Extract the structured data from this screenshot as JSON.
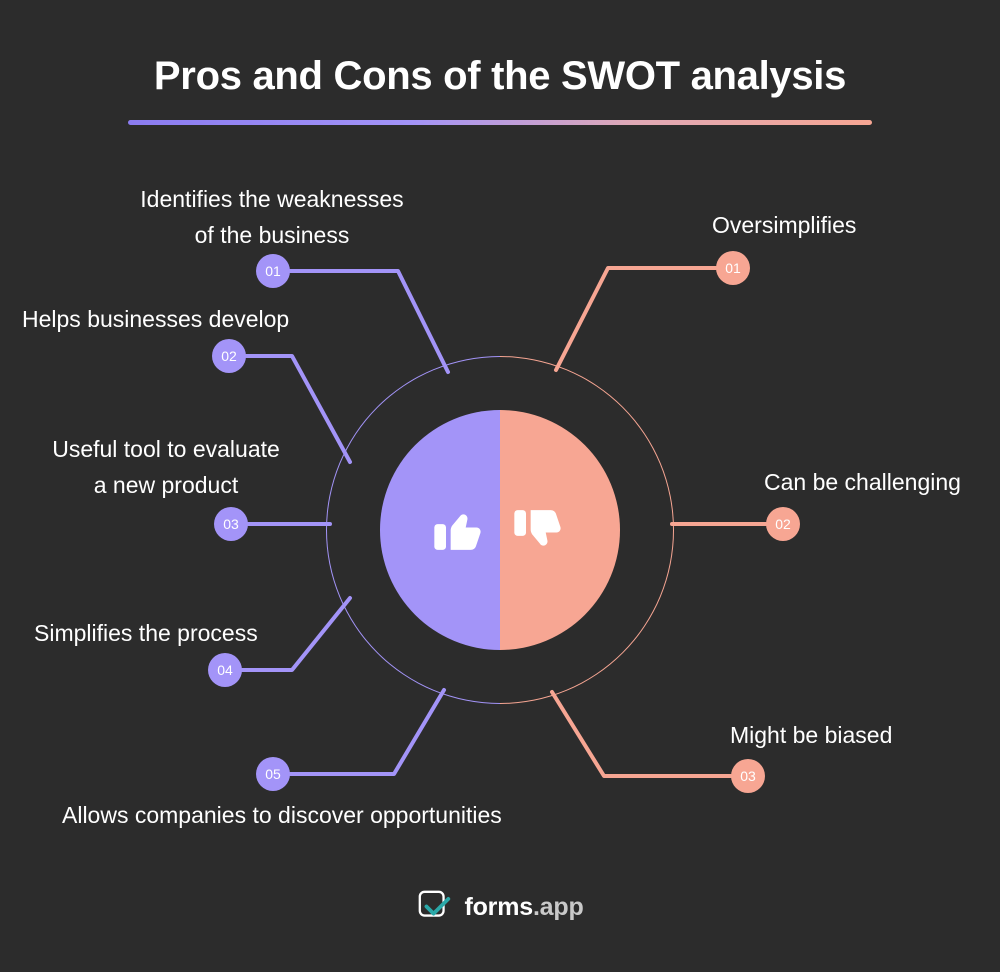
{
  "background_color": "#2c2c2c",
  "header": {
    "title": "Pros and Cons of the SWOT analysis",
    "divider_from_color": "#8b7cf0",
    "divider_to_color": "#f7a693"
  },
  "theme": {
    "pros_color": "#a394f8",
    "cons_color": "#f7a693",
    "text_color": "#ffffff"
  },
  "center": {
    "pros_icon": "thumbs-up-icon",
    "cons_icon": "thumbs-down-icon",
    "pros_half_color": "#a394f8",
    "cons_half_color": "#f7a693"
  },
  "pros": [
    {
      "number": "01",
      "label": "Identifies the weaknesses\nof the business"
    },
    {
      "number": "02",
      "label": "Helps businesses develop"
    },
    {
      "number": "03",
      "label": "Useful tool to evaluate\na new product"
    },
    {
      "number": "04",
      "label": "Simplifies the process"
    },
    {
      "number": "05",
      "label": "Allows companies to discover opportunities"
    }
  ],
  "cons": [
    {
      "number": "01",
      "label": "Oversimplifies"
    },
    {
      "number": "02",
      "label": "Can be challenging"
    },
    {
      "number": "03",
      "label": "Might be biased"
    }
  ],
  "footer": {
    "logo_icon": "forms-app-check-logo",
    "brand_name": "forms",
    "brand_suffix": ".app"
  }
}
